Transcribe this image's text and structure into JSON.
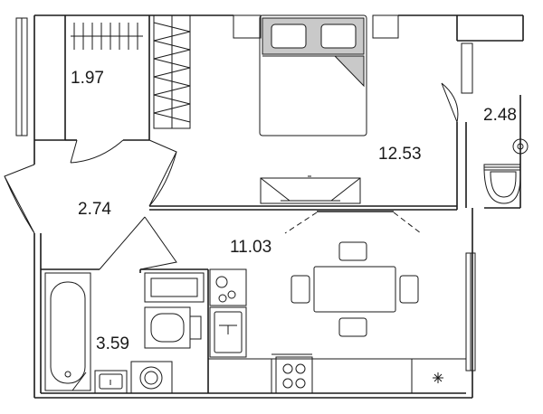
{
  "rooms": [
    {
      "id": "wardrobe",
      "area": "1.97"
    },
    {
      "id": "hall",
      "area": "2.74"
    },
    {
      "id": "bedroom",
      "area": "12.53"
    },
    {
      "id": "bathroom",
      "area": "2.48"
    },
    {
      "id": "kitchen-living",
      "area": "11.03"
    },
    {
      "id": "washroom",
      "area": "3.59"
    }
  ],
  "colors": {
    "wall": "#1a1a1a",
    "furniture_fill": "#c9c9c9",
    "background": "#ffffff"
  },
  "icons": [
    "double-bed-icon",
    "dining-table-icon",
    "bathtub-icon",
    "toilet-icon",
    "washing-machine-icon",
    "stove-icon",
    "kitchen-sink-icon",
    "wash-basin-icon",
    "wardrobe-shelving-icon",
    "ventilation-shaft-icon"
  ]
}
